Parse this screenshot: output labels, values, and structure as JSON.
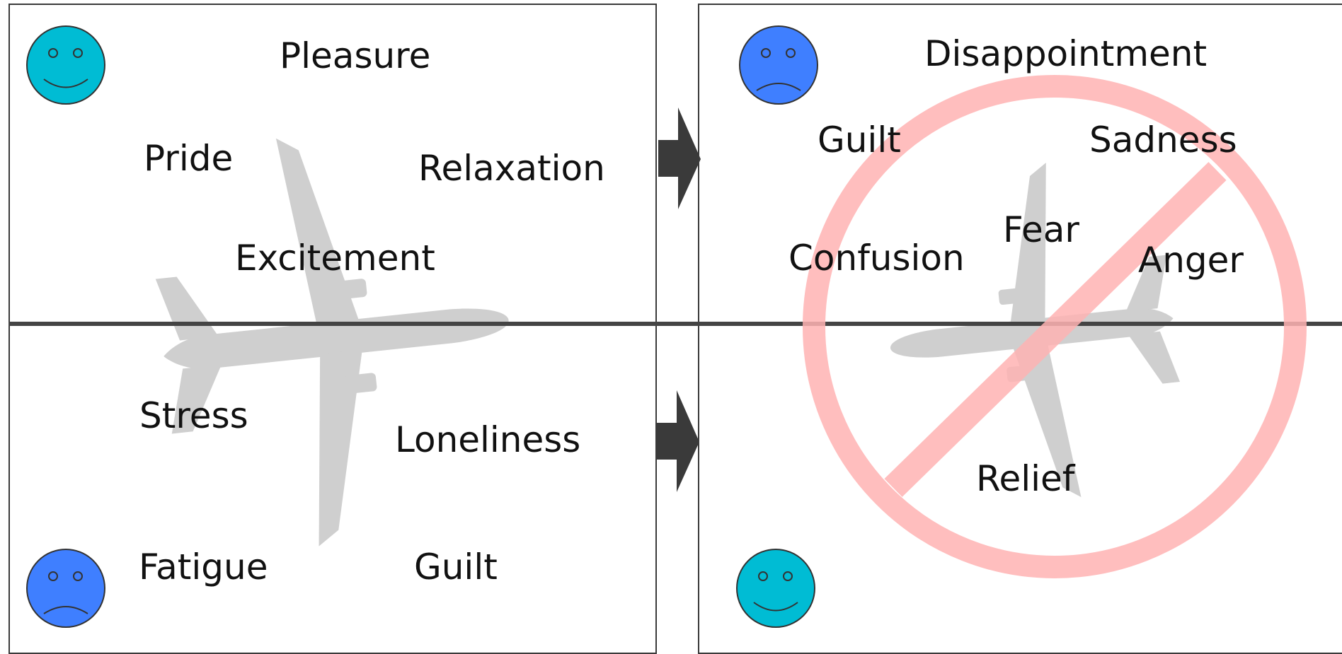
{
  "colors": {
    "happy_face": "#00bcd4",
    "sad_face": "#3f7fff",
    "airplane": "#cfcfcf",
    "prohibition": "#ffb3b3",
    "arrow": "#3a3a3a",
    "border": "#3a3a3a"
  },
  "icons": {
    "top_left": "happy-face-icon",
    "bottom_left": "sad-face-icon",
    "top_right": "sad-face-icon",
    "bottom_right": "happy-face-icon",
    "background": "airplane-icon",
    "overlay": "prohibition-icon"
  },
  "left_panel": {
    "top_words": [
      "Pleasure",
      "Pride",
      "Relaxation",
      "Excitement"
    ],
    "bottom_words": [
      "Stress",
      "Loneliness",
      "Fatigue",
      "Guilt"
    ]
  },
  "right_panel": {
    "top_words": [
      "Disappointment",
      "Guilt",
      "Sadness",
      "Fear",
      "Confusion",
      "Anger"
    ],
    "bottom_words": [
      "Relief"
    ]
  }
}
